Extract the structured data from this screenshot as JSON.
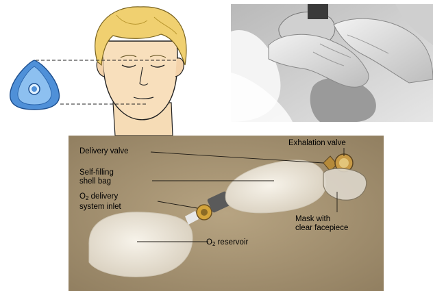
{
  "figure": {
    "labels": {
      "delivery_valve": "Delivery valve",
      "bag_line1": "Self-filling",
      "bag_line2": "shell bag",
      "o2_inlet_prefix": "O",
      "o2_inlet_sub": "2",
      "o2_inlet_rest": " delivery",
      "o2_inlet_line2": "system inlet",
      "exhalation_valve": "Exhalation valve",
      "mask_line1": "Mask with",
      "mask_line2": "clear facepiece",
      "reservoir_prefix": "O",
      "reservoir_sub": "2",
      "reservoir_rest": " reservoir"
    }
  }
}
